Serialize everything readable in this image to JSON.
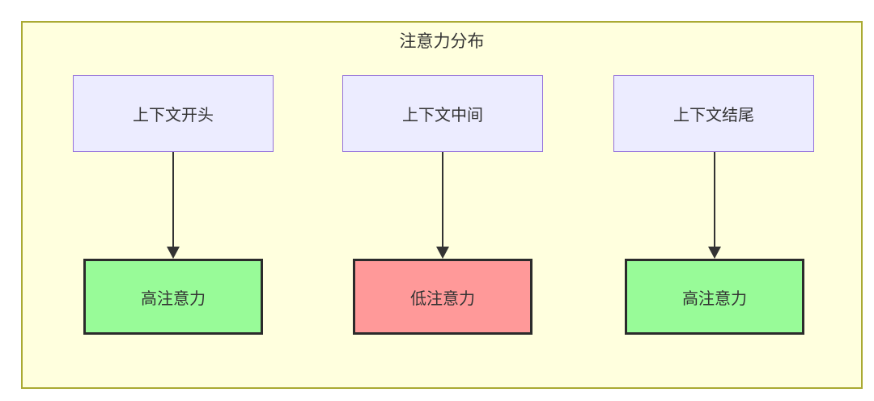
{
  "diagram": {
    "title": "注意力分布",
    "columns": [
      {
        "source": "上下文开头",
        "target": "高注意力",
        "level": "high"
      },
      {
        "source": "上下文中间",
        "target": "低注意力",
        "level": "low"
      },
      {
        "source": "上下文结尾",
        "target": "高注意力",
        "level": "high"
      }
    ],
    "colors": {
      "container_bg": "#ffffde",
      "container_border": "#aaaa33",
      "node_bg": "#ECECFF",
      "node_border": "#9370DB",
      "high_bg": "#98FB98",
      "low_bg": "#ff9999",
      "result_border": "#2b2b2b",
      "text": "#333333",
      "arrow": "#333333"
    }
  }
}
